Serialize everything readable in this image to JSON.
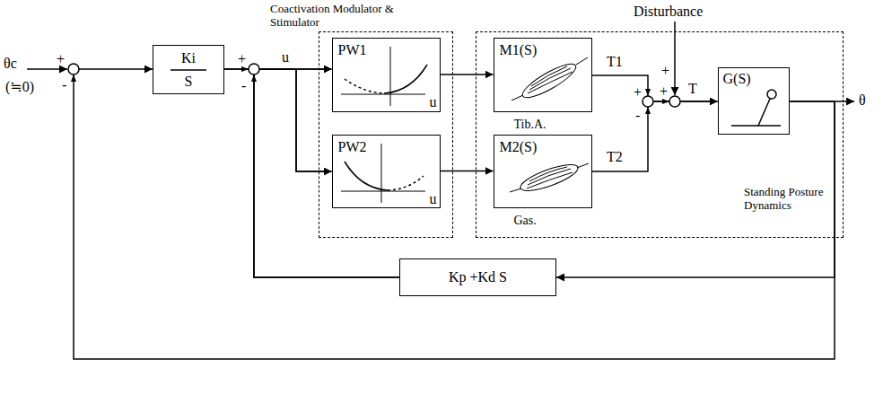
{
  "diagram": {
    "nodes": [
      {
        "text": [
          "Ki",
          "S"
        ]
      },
      {
        "text": [
          "Coactivation Modulator & Stimulator"
        ]
      },
      {
        "text": [
          "PW1",
          "u"
        ],
        "in": 1
      },
      {
        "text": [
          "PW2",
          "u"
        ],
        "in": 1
      },
      {
        "text": [
          "Standing Posture Dynamics"
        ]
      },
      {
        "text": [
          "M1(S)",
          "Tib.A."
        ],
        "in": 4
      },
      {
        "text": [
          "M2(S)",
          "Gas."
        ],
        "in": 4
      },
      {
        "text": [
          "G(S)"
        ],
        "in": 4
      },
      {
        "text": [
          "Kp +Kd S"
        ]
      }
    ],
    "edges": [
      {
        "from": 0,
        "to": 2,
        "arrow": "to"
      },
      {
        "from": 0,
        "to": 3,
        "arrow": "to"
      },
      {
        "from": 2,
        "to": 5,
        "arrow": "to"
      },
      {
        "from": 3,
        "to": 6,
        "arrow": "to"
      },
      {
        "from": 5,
        "to": 7,
        "arrow": "to"
      },
      {
        "from": 6,
        "to": 7,
        "arrow": "to"
      },
      {
        "from": 7,
        "to": 8,
        "arrow": "to"
      },
      {
        "from": 8,
        "to": 2,
        "arrow": "to"
      },
      {
        "from": 8,
        "to": 3,
        "arrow": "to"
      },
      {
        "from": 7,
        "to": 0,
        "arrow": "to"
      }
    ],
    "labels": [
      "θc",
      "(≒0)",
      "+",
      "-",
      "+",
      "-",
      "u",
      "T1",
      "T2",
      "+",
      "-",
      "Disturbance",
      "+",
      "+",
      "T",
      "θ"
    ]
  }
}
